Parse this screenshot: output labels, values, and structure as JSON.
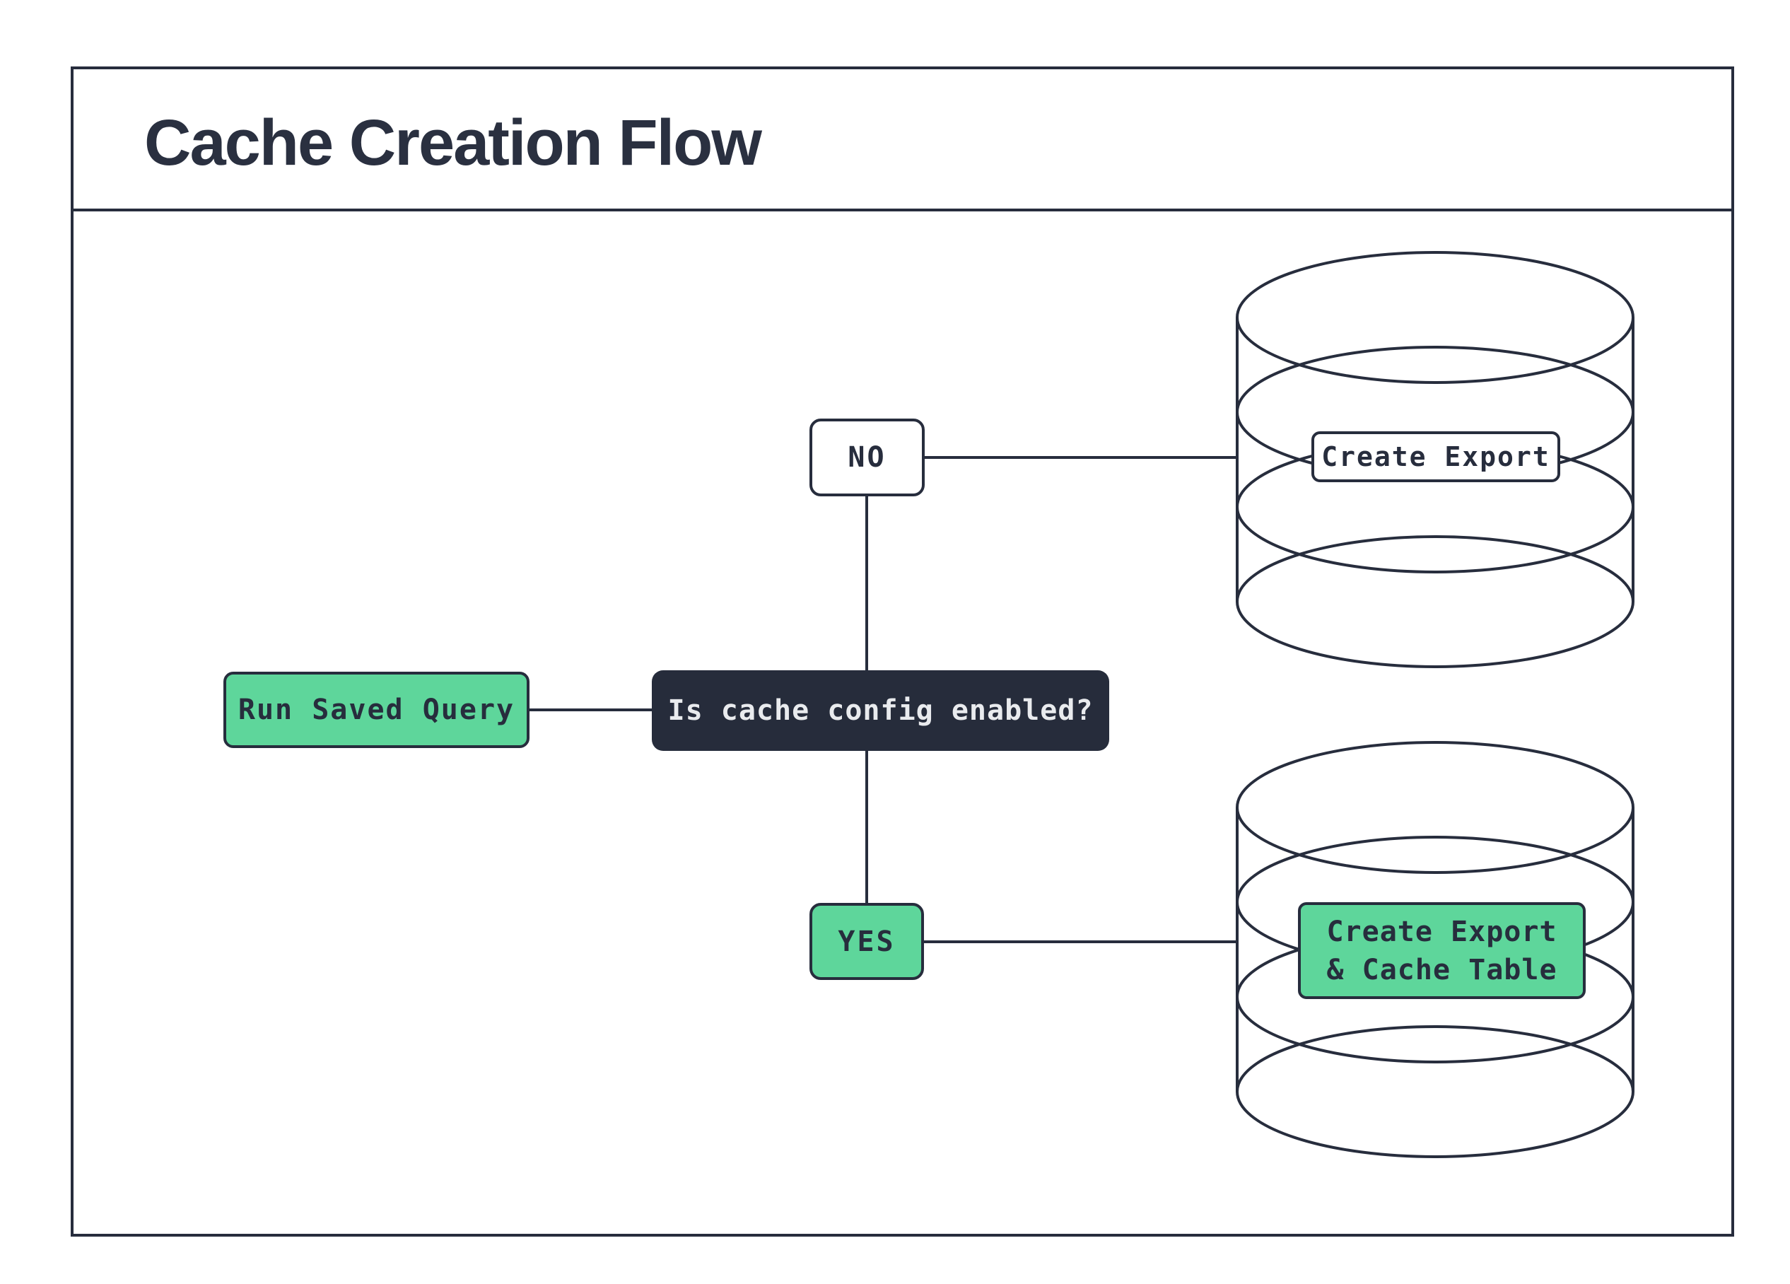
{
  "title": "Cache Creation Flow",
  "colors": {
    "outline": "#272d3d",
    "accent_green": "#5ed69b",
    "decision_bg": "#262c3b",
    "decision_text": "#e9ebee",
    "background": "#ffffff"
  },
  "flow": {
    "start_label": "Run Saved Query",
    "decision_label": "Is cache config enabled?",
    "no_label": "NO",
    "yes_label": "YES",
    "no_result_label": "Create Export",
    "yes_result_line1": "Create Export",
    "yes_result_line2": "& Cache Table"
  }
}
